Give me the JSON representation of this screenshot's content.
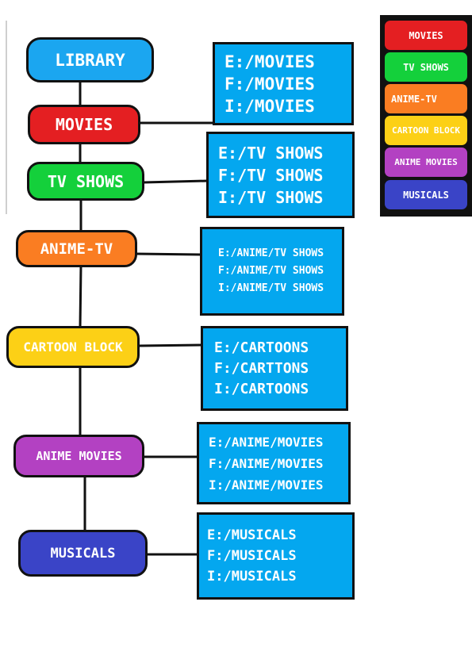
{
  "nodes": [
    {
      "id": "library",
      "label": "LIBRARY",
      "color": "#1ba6f0"
    },
    {
      "id": "movies",
      "label": "MOVIES",
      "color": "#e41f22"
    },
    {
      "id": "tv-shows",
      "label": "TV SHOWS",
      "color": "#14d03b"
    },
    {
      "id": "anime-tv",
      "label": "ANIME-TV",
      "color": "#fa7d22"
    },
    {
      "id": "cartoon-block",
      "label": "CARTOON BLOCK",
      "color": "#fcd016"
    },
    {
      "id": "anime-movies",
      "label": "ANIME MOVIES",
      "color": "#b341c2"
    },
    {
      "id": "musicals",
      "label": "MUSICALS",
      "color": "#3a44c7"
    }
  ],
  "edges": [
    {
      "from": "library",
      "to": "movies"
    },
    {
      "from": "movies",
      "to": "tv-shows"
    },
    {
      "from": "tv-shows",
      "to": "anime-tv"
    },
    {
      "from": "anime-tv",
      "to": "cartoon-block"
    },
    {
      "from": "cartoon-block",
      "to": "anime-movies"
    },
    {
      "from": "anime-movies",
      "to": "musicals"
    }
  ],
  "paths": {
    "movies": [
      "E:/MOVIES",
      "F:/MOVIES",
      "I:/MOVIES"
    ],
    "tv_shows": [
      "E:/TV SHOWS",
      "F:/TV SHOWS",
      "I:/TV SHOWS"
    ],
    "anime_tv": [
      "E:/ANIME/TV SHOWS",
      "F:/ANIME/TV SHOWS",
      "I:/ANIME/TV SHOWS"
    ],
    "cartoon_block": [
      "E:/CARTOONS",
      "F:/CARTTONS",
      "I:/CARTOONS"
    ],
    "anime_movies": [
      "E:/ANIME/MOVIES",
      "F:/ANIME/MOVIES",
      "I:/ANIME/MOVIES"
    ],
    "musicals": [
      "E:/MUSICALS",
      "F:/MUSICALS",
      "I:/MUSICALS"
    ]
  },
  "legend": [
    {
      "label": "MOVIES",
      "color": "#e41f22"
    },
    {
      "label": "TV SHOWS",
      "color": "#14d03b"
    },
    {
      "label": "ANIME-TV",
      "color": "#fa7d22"
    },
    {
      "label": "CARTOON BLOCK",
      "color": "#fcd016"
    },
    {
      "label": "ANIME MOVIES",
      "color": "#b341c2"
    },
    {
      "label": "MUSICALS",
      "color": "#3a44c7"
    }
  ],
  "path_box_color": "#04a7ef"
}
